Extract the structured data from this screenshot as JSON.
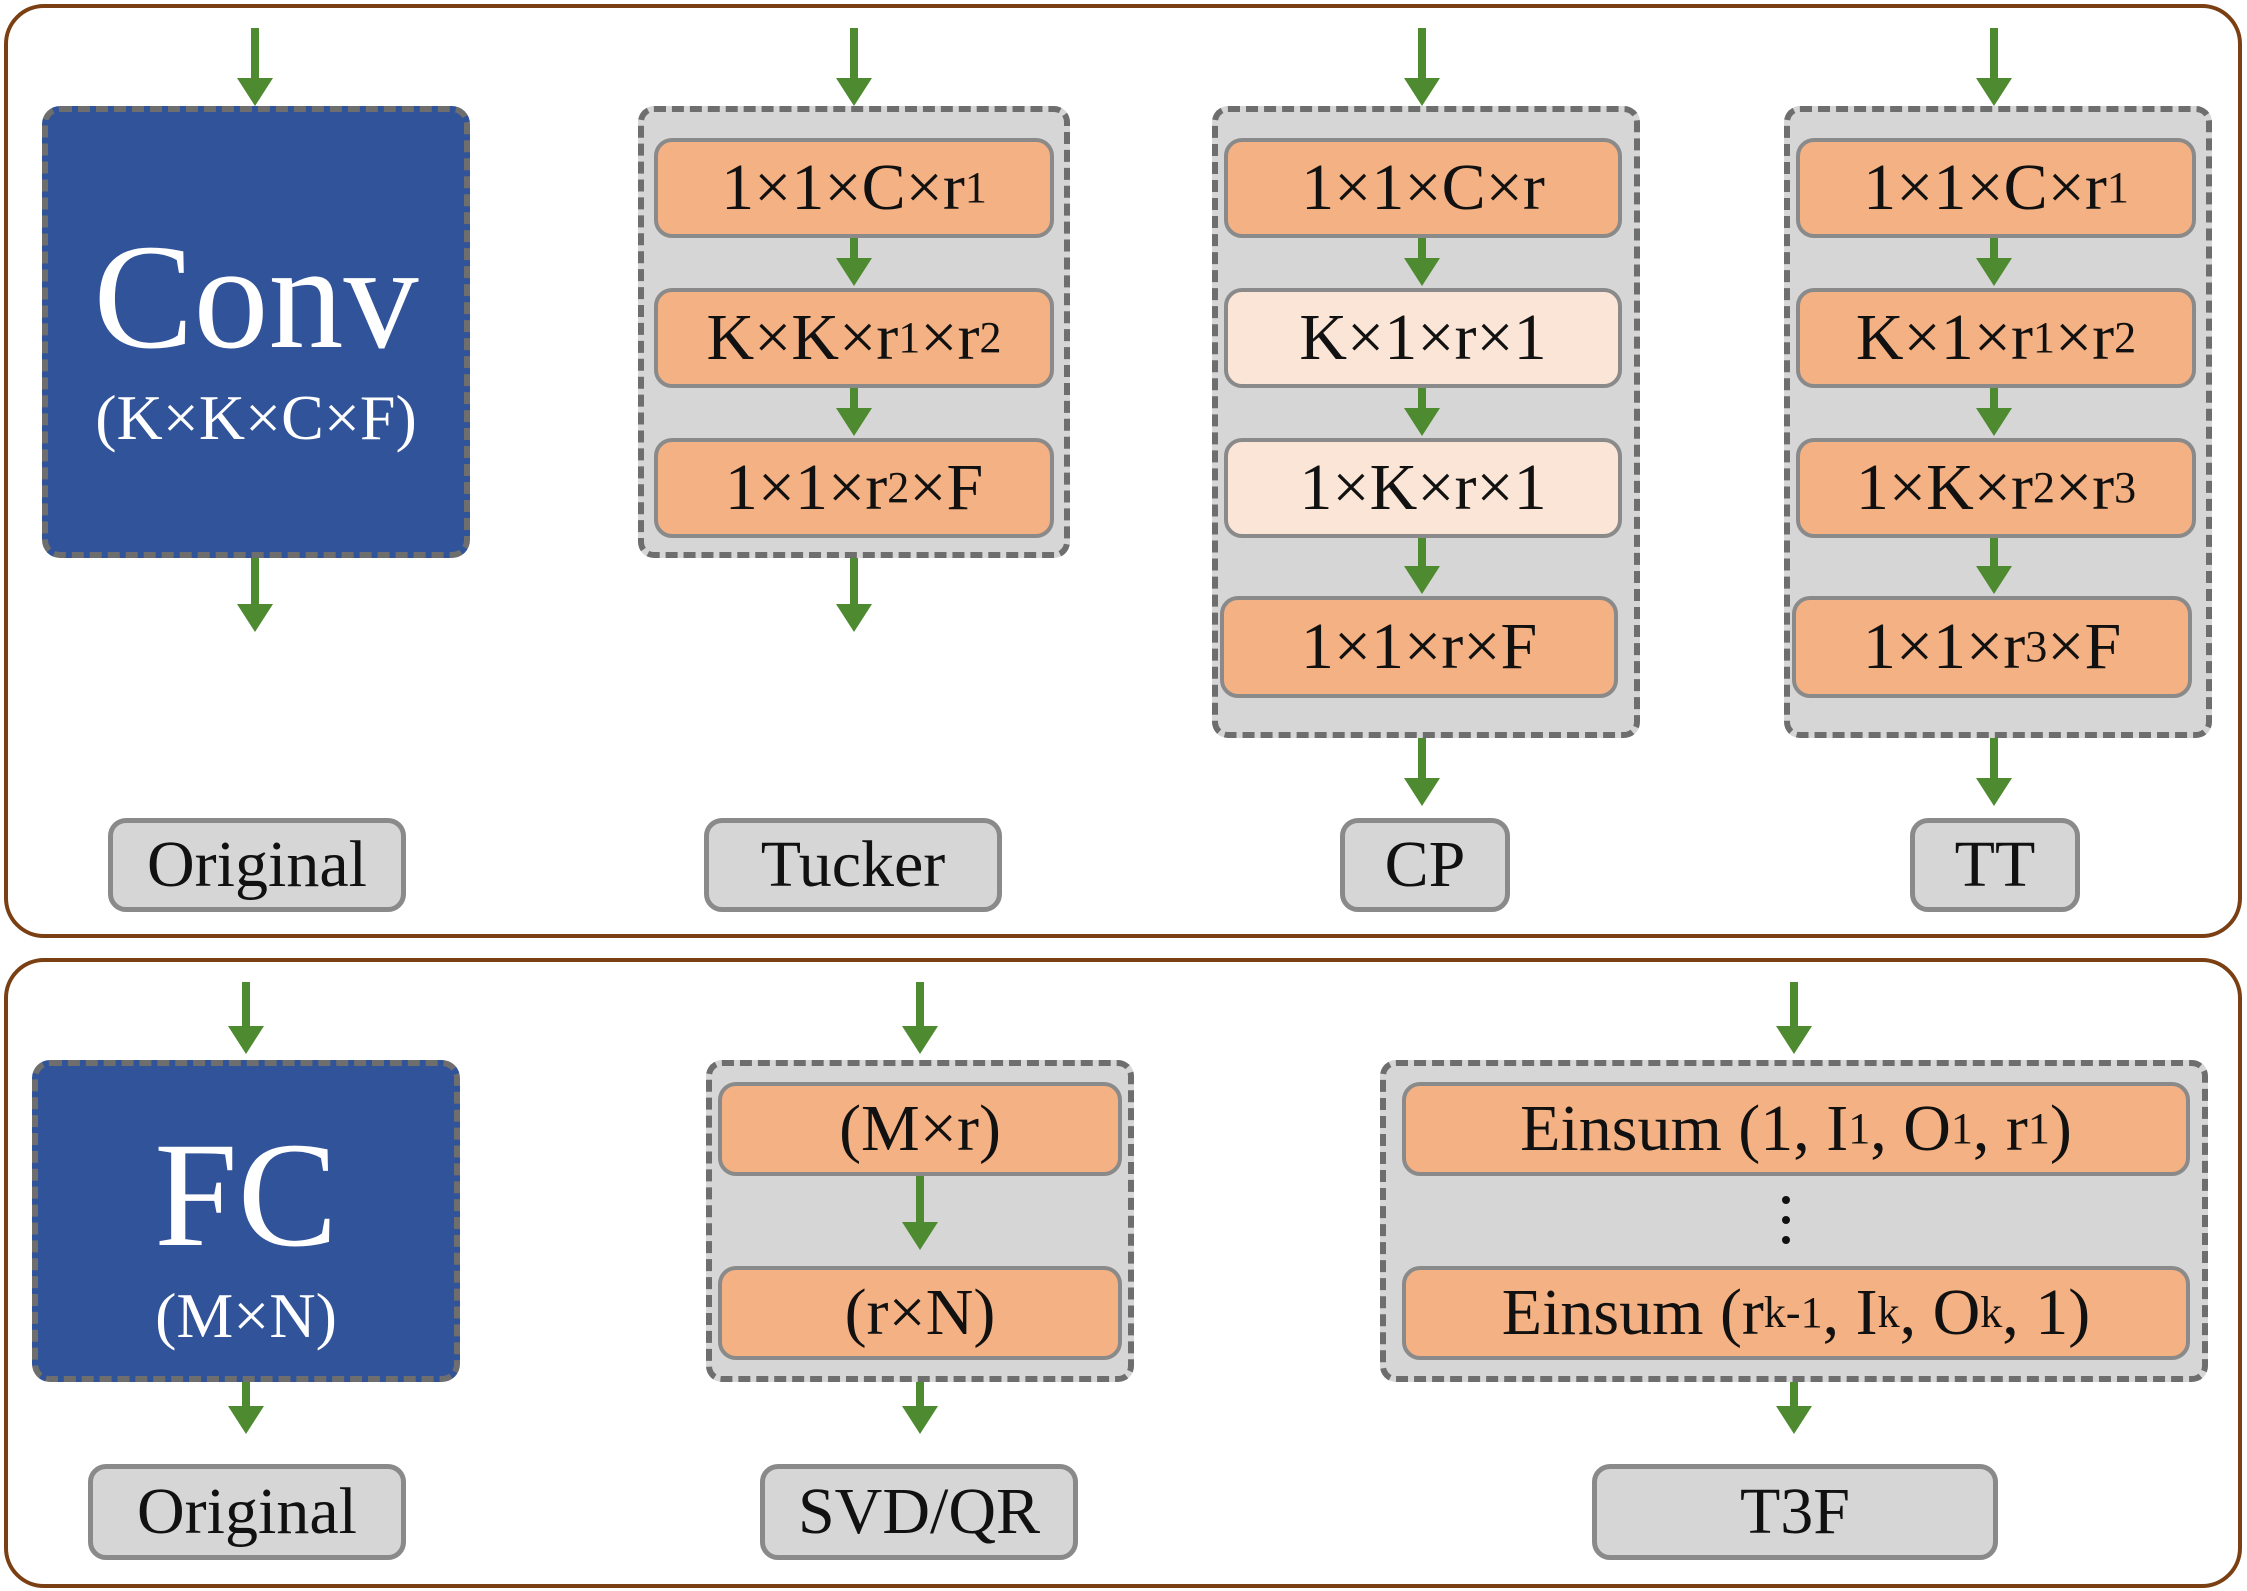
{
  "colors": {
    "panel_border": "#7a3f12",
    "original_block": "#315399",
    "group_fill": "#d6d6d6",
    "factor_orange": "#f4b183",
    "factor_light": "#fbe5d6",
    "arrow": "#4e8a2f"
  },
  "conv_panel": {
    "original": {
      "title": "Conv",
      "shape": "(K×K×C×F)",
      "label": "Original"
    },
    "tucker": {
      "label": "Tucker",
      "factors": [
        {
          "pre": "1×1×C×r",
          "s1": "1",
          "mid": "",
          "s2": "",
          "post": ""
        },
        {
          "pre": "K×K×r",
          "s1": "1",
          "mid": "×r",
          "s2": "2",
          "post": ""
        },
        {
          "pre": "1×1×r",
          "s1": "2",
          "mid": "×F",
          "s2": "",
          "post": ""
        }
      ]
    },
    "cp": {
      "label": "CP",
      "factors": [
        "1×1×C×r",
        "K×1×r×1",
        "1×K×r×1",
        "1×1×r×F"
      ]
    },
    "tt": {
      "label": "TT",
      "factors": [
        {
          "pre": "1×1×C×r",
          "s1": "1",
          "mid": "",
          "s2": "",
          "post": ""
        },
        {
          "pre": "K×1×r",
          "s1": "1",
          "mid": "×r",
          "s2": "2",
          "post": ""
        },
        {
          "pre": "1×K×r",
          "s1": "2",
          "mid": "×r",
          "s2": "3",
          "post": ""
        },
        {
          "pre": "1×1×r",
          "s1": "3",
          "mid": "×F",
          "s2": "",
          "post": ""
        }
      ]
    }
  },
  "fc_panel": {
    "original": {
      "title": "FC",
      "shape": "(M×N)",
      "label": "Original"
    },
    "svd": {
      "label": "SVD/QR",
      "factors": [
        "(M×r)",
        "(r×N)"
      ]
    },
    "t3f": {
      "label": "T3F",
      "first": {
        "a": "Einsum (1, I",
        "s1": "1",
        "b": ", O",
        "s2": "1",
        "c": ", r",
        "s3": "1",
        "d": ")"
      },
      "last": {
        "a": "Einsum (r",
        "s1": "k-1",
        "b": ", I",
        "s2": "k",
        "c": ", O",
        "s3": "k",
        "d": ", 1)"
      }
    }
  }
}
